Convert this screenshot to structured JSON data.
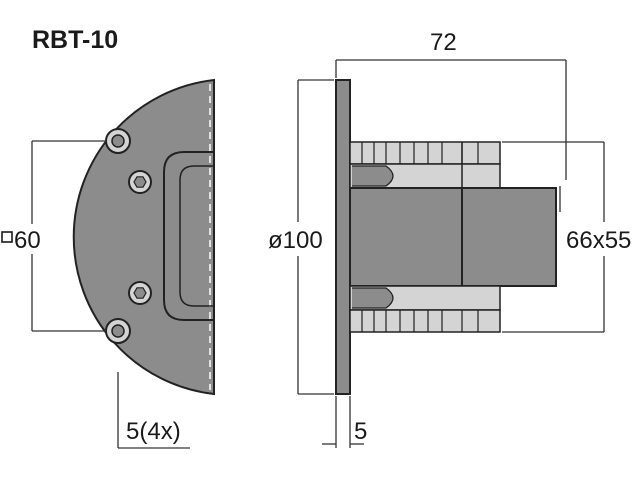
{
  "diagram": {
    "model_label": "RBT-10",
    "dimensions": {
      "overall_depth": "72",
      "square_mounting": "60",
      "square_symbol": "□",
      "faceplate_diameter": "ø100",
      "magnet_size": "66x55",
      "hole_diameter": "5(4x)",
      "plate_thickness": "5"
    }
  },
  "colors": {
    "fill_gray": "#8c8c8c",
    "fill_light": "#d4d4d4",
    "stroke": "#222222",
    "dim_line": "#333333"
  }
}
